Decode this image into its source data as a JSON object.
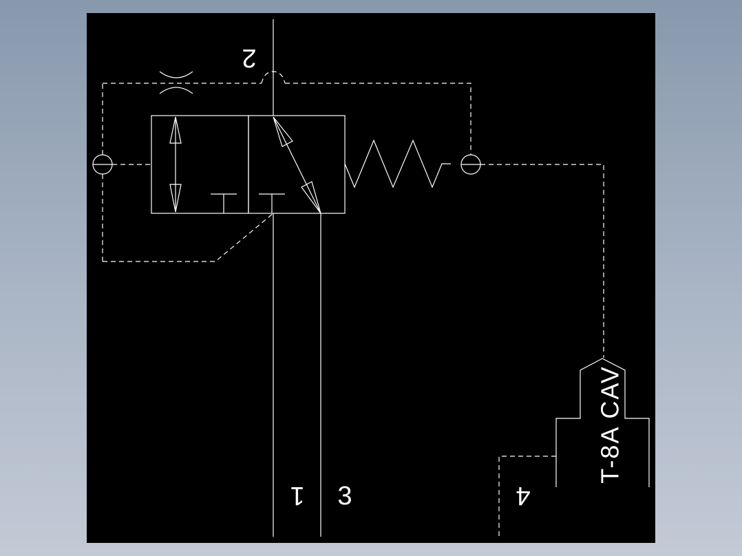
{
  "diagram": {
    "port_labels": {
      "port_2": "2",
      "port_1": "1",
      "port_3": "3",
      "port_4": "4"
    },
    "cavity_label": "T-8A CAV",
    "colors": {
      "background_gradient_top": "#8898ad",
      "background_gradient_bottom": "#c3cad6",
      "drawing_background": "#000000",
      "line_color": "#ffffff"
    }
  }
}
